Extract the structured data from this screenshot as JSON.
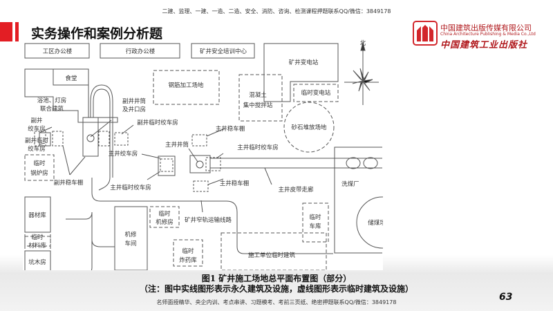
{
  "header": {
    "top_note": "二建、监理、一建、一造、二造、安全、消防、咨询、检测课程押题联系QQ/微信：3849178",
    "title": "实务操作和案例分析题"
  },
  "logo": {
    "name_cn": "中国建筑出版传媒有限公司",
    "name_en": "China Architecture Publishing & Media Co.,Ltd",
    "name_cn2": "中国建筑工业出版社",
    "color": "#b0181c"
  },
  "diagram": {
    "north": "北",
    "labels": {
      "district_office": "工区办公楼",
      "admin_office": "行政办公楼",
      "safety_training": "矿井安全培训中心",
      "mine_substation": "矿井变电站",
      "temp_substation": "临时变电站",
      "canteen": "食堂",
      "bath_lamp_1": "浴池、灯房",
      "bath_lamp_2": "联合建筑",
      "rebar_yard": "钢筋加工场地",
      "concrete_1": "混凝土",
      "concrete_2": "集中搅拌站",
      "aux_shaft_1": "副井井筒",
      "aux_shaft_2": "及井口房",
      "aux_temp_winch": "副井临时绞车房",
      "aux_winch_1": "副井",
      "aux_winch_2": "绞车房",
      "aux_temp_winch_left_1": "副井临时",
      "aux_temp_winch_left_2": "绞车房",
      "temp_boiler_1": "临时",
      "temp_boiler_2": "锅炉房",
      "aux_stable_shed": "副井稳车棚",
      "main_winch": "主井绞车房",
      "main_temp_winch_left": "主井临时绞车房",
      "main_shaft": "主井井筒",
      "main_stable_shed_top": "主井稳车棚",
      "main_temp_winch_right": "主井临时绞车房",
      "main_stable_shed_bottom": "主井稳车棚",
      "main_belt": "主井皮带走廊",
      "gravel_yard": "砂石堆放场地",
      "coal_washery": "洗煤厂",
      "coal_storage": "储煤场",
      "equipment_store": "器材库",
      "temp_material_1": "临时",
      "temp_material_2": "材料库",
      "timber_house": "坑木房",
      "repair_shop_1": "机修",
      "repair_shop_2": "车间",
      "temp_repair_1": "临时",
      "temp_repair_2": "机修房",
      "rail_line": "矿井窄轨运输线路",
      "temp_explosive_1": "临时",
      "temp_explosive_2": "炸药库",
      "contractor_temp": "施工单位临时建筑",
      "temp_garage_1": "临时",
      "temp_garage_2": "车库"
    }
  },
  "caption": {
    "figure": "图1 矿井施工场地总平面布置图（部分）",
    "note": "（注：图中实线图形表示永久建筑及设施，虚线图形表示临时建筑及设施）"
  },
  "footer": {
    "note": "名师面授精华、央企内训、考点串讲、习题模考、考前三页纸、绝密押题联系QQ/微信：3849178",
    "page": "63"
  },
  "colors": {
    "accent": "#e31e24",
    "line": "#555555"
  }
}
